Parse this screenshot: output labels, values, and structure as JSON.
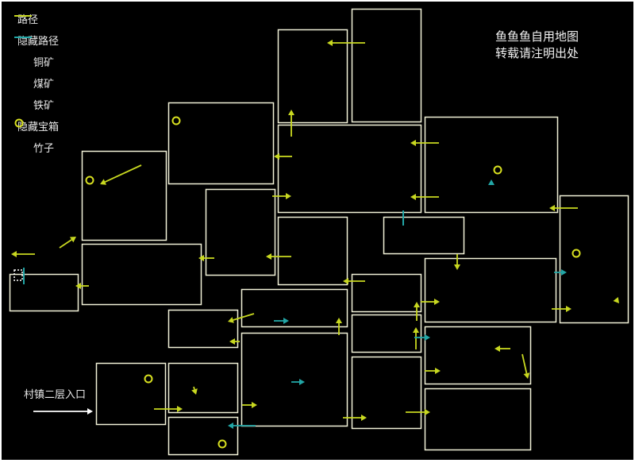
{
  "legend": [
    {
      "label": "路径",
      "icon": "path-arrow-icon",
      "color": "#c8d820"
    },
    {
      "label": "隐藏路径",
      "icon": "hidden-path-arrow-icon",
      "color": "#22a6a6"
    },
    {
      "label": "铜矿",
      "icon": "copper-ore-icon",
      "color": "#000000"
    },
    {
      "label": "煤矿",
      "icon": "coal-ore-icon",
      "color": "#000000"
    },
    {
      "label": "铁矿",
      "icon": "iron-ore-icon",
      "color": "#000000"
    },
    {
      "label": "隐藏宝箱",
      "icon": "hidden-chest-ring-icon",
      "color": "#d8e020"
    },
    {
      "label": "竹子",
      "icon": "bamboo-icon",
      "color": "#000000"
    }
  ],
  "credit": {
    "line1": "鱼鱼鱼自用地图",
    "line2": "转载请注明出处"
  },
  "entrance": {
    "label": "村镇二层入口"
  },
  "colors": {
    "path": "#c8d820",
    "hidden_path": "#22a6a6",
    "room_border": "#f2f2d8",
    "background": "#000000",
    "entrance_arrow": "#ffffff"
  }
}
